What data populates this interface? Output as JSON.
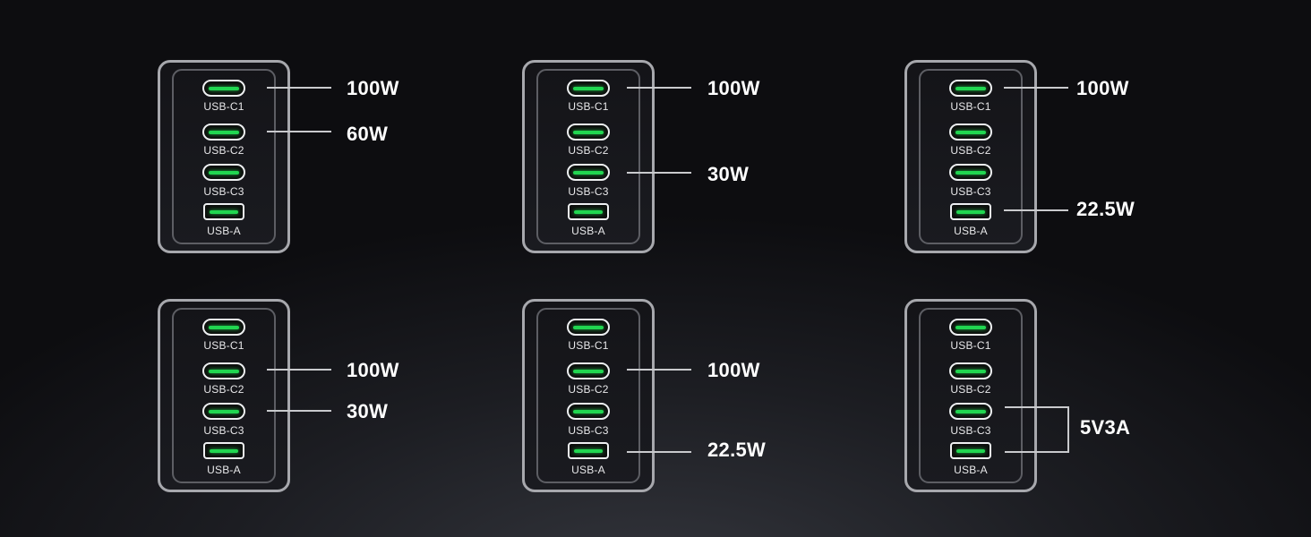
{
  "port_labels": [
    "USB-C1",
    "USB-C2",
    "USB-C3",
    "USB-A"
  ],
  "configs": [
    {
      "outputs": [
        "100W",
        "60W"
      ]
    },
    {
      "outputs": [
        "100W",
        "30W"
      ]
    },
    {
      "outputs": [
        "100W",
        "22.5W"
      ]
    },
    {
      "outputs": [
        "100W",
        "30W"
      ]
    },
    {
      "outputs": [
        "100W",
        "22.5W"
      ]
    },
    {
      "outputs": [
        "5V3A"
      ]
    }
  ],
  "colors": {
    "led": "#21d650",
    "outline": "#a7a8ad",
    "text": "#ffffff"
  }
}
